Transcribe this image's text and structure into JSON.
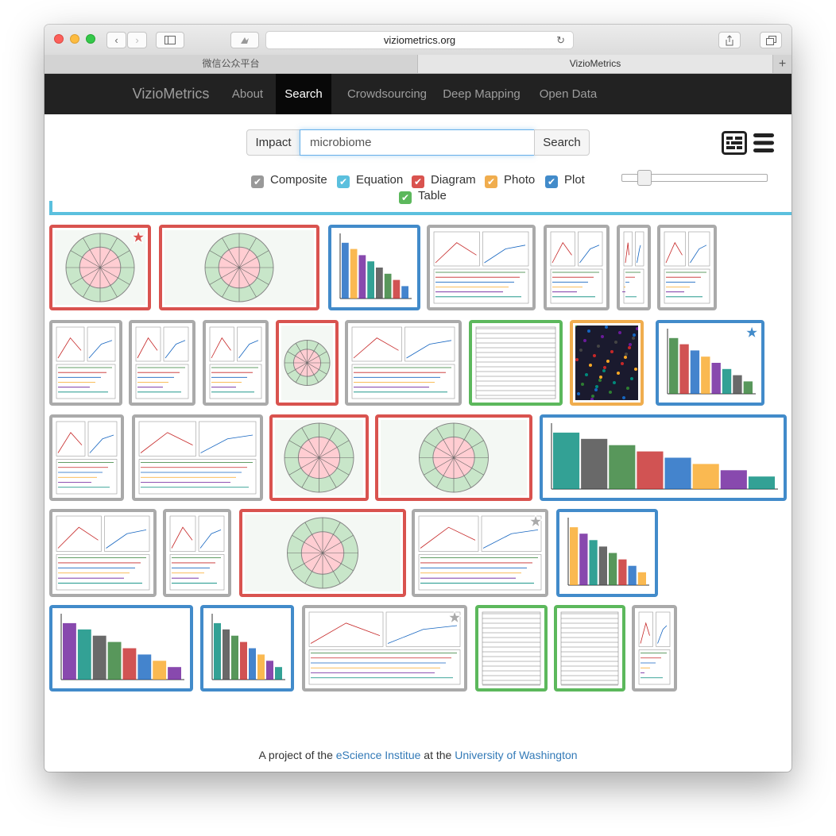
{
  "browser": {
    "url": "viziometrics.org",
    "tabs": [
      {
        "label": "微信公众平台"
      },
      {
        "label": "VizioMetrics"
      }
    ],
    "new_tab_label": "+"
  },
  "nav": {
    "brand": "VizioMetrics",
    "items": [
      {
        "label": "About"
      },
      {
        "label": "Search"
      },
      {
        "label": "Crowdsourcing"
      },
      {
        "label": "Deep Mapping"
      },
      {
        "label": "Open Data"
      }
    ],
    "active": "Search"
  },
  "search": {
    "sort_label": "Impact",
    "query": "microbiome",
    "button_label": "Search"
  },
  "filters": [
    {
      "label": "Composite",
      "color": "#999999",
      "checked": true
    },
    {
      "label": "Equation",
      "color": "#5bc0de",
      "checked": true
    },
    {
      "label": "Diagram",
      "color": "#d9534f",
      "checked": true
    },
    {
      "label": "Photo",
      "color": "#f0ad4e",
      "checked": true
    },
    {
      "label": "Plot",
      "color": "#428bca",
      "checked": true
    },
    {
      "label": "Table",
      "color": "#5cb85c",
      "checked": true
    }
  ],
  "category_colors": {
    "composite": "#aaaaaa",
    "diagram": "#d9534f",
    "photo": "#f0ad4e",
    "plot": "#428bca",
    "table": "#5cb85c"
  },
  "results": [
    {
      "category": "diagram",
      "starred": true
    },
    {
      "category": "diagram",
      "starred": false
    },
    {
      "category": "plot",
      "starred": false
    },
    {
      "category": "composite",
      "starred": false
    },
    {
      "category": "composite",
      "starred": false
    },
    {
      "category": "composite",
      "starred": false
    },
    {
      "category": "composite",
      "starred": false
    },
    {
      "category": "composite",
      "starred": false
    },
    {
      "category": "composite",
      "starred": false
    },
    {
      "category": "composite",
      "starred": false
    },
    {
      "category": "diagram",
      "starred": false
    },
    {
      "category": "composite",
      "starred": false
    },
    {
      "category": "table",
      "starred": false
    },
    {
      "category": "photo",
      "starred": false
    },
    {
      "category": "plot",
      "starred": true
    },
    {
      "category": "composite",
      "starred": false
    },
    {
      "category": "composite",
      "starred": false
    },
    {
      "category": "diagram",
      "starred": false
    },
    {
      "category": "diagram",
      "starred": false
    },
    {
      "category": "plot",
      "starred": false
    },
    {
      "category": "composite",
      "starred": false
    },
    {
      "category": "composite",
      "starred": false
    },
    {
      "category": "diagram",
      "starred": false
    },
    {
      "category": "composite",
      "starred": true
    },
    {
      "category": "plot",
      "starred": false
    },
    {
      "category": "plot",
      "starred": false
    },
    {
      "category": "plot",
      "starred": false
    },
    {
      "category": "composite",
      "starred": true
    },
    {
      "category": "table",
      "starred": false
    },
    {
      "category": "table",
      "starred": false
    },
    {
      "category": "composite",
      "starred": false
    }
  ],
  "footer": {
    "prefix": "A project of the ",
    "link1": "eScience Institue",
    "middle": " at the ",
    "link2": "University of Washington"
  }
}
